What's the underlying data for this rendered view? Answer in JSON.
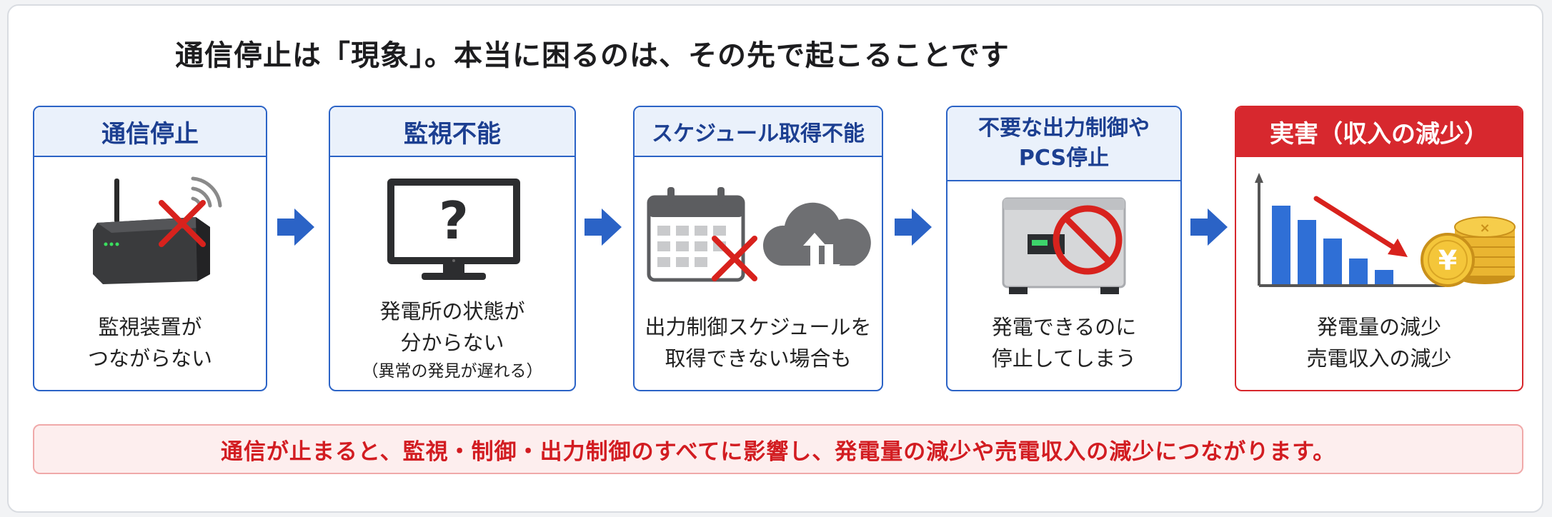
{
  "title": "通信停止は「現象」。本当に困るのは、その先で起こることです",
  "steps": [
    {
      "header": "通信停止",
      "lines": [
        "監視装置が",
        "つながらない"
      ]
    },
    {
      "header": "監視不能",
      "lines": [
        "発電所の状態が",
        "分からない"
      ],
      "sub": "（異常の発見が遅れる）",
      "icon_text": "?"
    },
    {
      "header": "スケジュール取得不能",
      "lines": [
        "出力制御スケジュールを",
        "取得できない場合も"
      ]
    },
    {
      "header_lines": [
        "不要な出力制御や",
        "PCS停止"
      ],
      "lines": [
        "発電できるのに",
        "停止してしまう"
      ]
    },
    {
      "header": "実害（収入の減少）",
      "lines": [
        "発電量の減少",
        "売電収入の減少"
      ],
      "icon_text": "¥"
    }
  ],
  "footer": "通信が止まると、監視・制御・出力制御のすべてに影響し、発電量の減少や売電収入の減少につながります。",
  "icons": [
    "router-icon",
    "signal-icon",
    "cross-icon",
    "monitor-icon",
    "calendar-icon",
    "cloud-sync-icon",
    "pcs-icon",
    "prohibited-icon",
    "bar-chart-icon",
    "down-arrow-icon",
    "yen-coins-icon",
    "arrow-right-icon"
  ],
  "colors": {
    "blue": "#2b63c6",
    "red": "#d7282e",
    "header_bg": "#eaf1fb",
    "footer_bg": "#fdeeee"
  }
}
